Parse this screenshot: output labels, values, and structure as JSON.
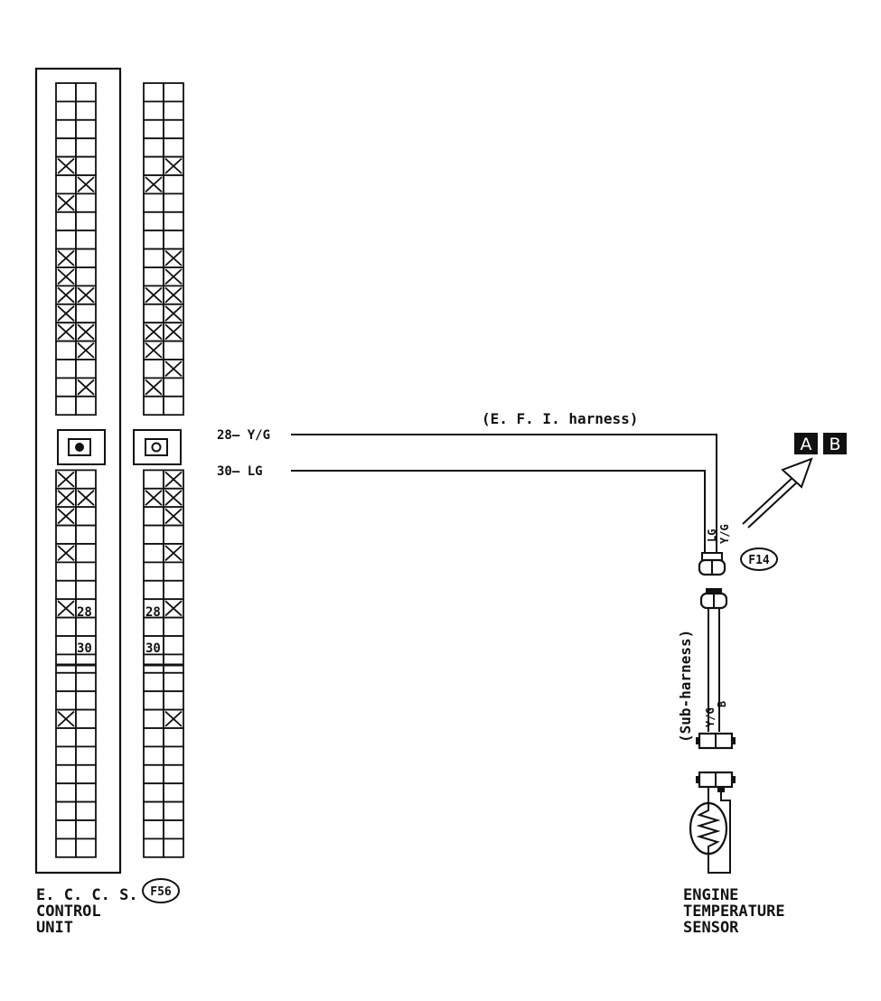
{
  "labels": {
    "wire28": "28— Y/G",
    "wire30": "30— LG",
    "efi_harness": "(E. F. I.  harness)",
    "sub_harness": "(Sub-harness)",
    "pin28": "28",
    "pin30": "30",
    "lg_upper": "LG",
    "yg_upper": "Y/G",
    "yg_lower": "Y/G",
    "b_lower": "B",
    "conn_f14": "F14",
    "conn_f56": "F56",
    "marker_a": "A",
    "marker_b": "B",
    "ecu_line1": "E. C. C. S.",
    "ecu_line2": "CONTROL",
    "ecu_line3": "UNIT",
    "sensor_line1": "ENGINE",
    "sensor_line2": "TEMPERATURE",
    "sensor_line3": "SENSOR"
  },
  "connectors": {
    "ecu_x_cells": [
      [
        4,
        0
      ],
      [
        5,
        1
      ],
      [
        6,
        0
      ],
      [
        9,
        0
      ],
      [
        10,
        0
      ],
      [
        11,
        0
      ],
      [
        11,
        1
      ],
      [
        12,
        0
      ],
      [
        13,
        0
      ],
      [
        13,
        1
      ],
      [
        14,
        1
      ],
      [
        16,
        1
      ],
      [
        21,
        0
      ],
      [
        22,
        0
      ],
      [
        22,
        1
      ],
      [
        23,
        0
      ],
      [
        25,
        0
      ],
      [
        28,
        0
      ],
      [
        34,
        0
      ]
    ],
    "f56_x_cells": [
      [
        4,
        1
      ],
      [
        5,
        0
      ],
      [
        9,
        1
      ],
      [
        10,
        1
      ],
      [
        11,
        0
      ],
      [
        11,
        1
      ],
      [
        12,
        1
      ],
      [
        13,
        0
      ],
      [
        13,
        1
      ],
      [
        14,
        0
      ],
      [
        15,
        1
      ],
      [
        16,
        0
      ],
      [
        21,
        1
      ],
      [
        22,
        0
      ],
      [
        22,
        1
      ],
      [
        23,
        1
      ],
      [
        25,
        1
      ],
      [
        28,
        1
      ],
      [
        34,
        1
      ]
    ],
    "pin28_row": 27,
    "pin30_row": 28
  }
}
